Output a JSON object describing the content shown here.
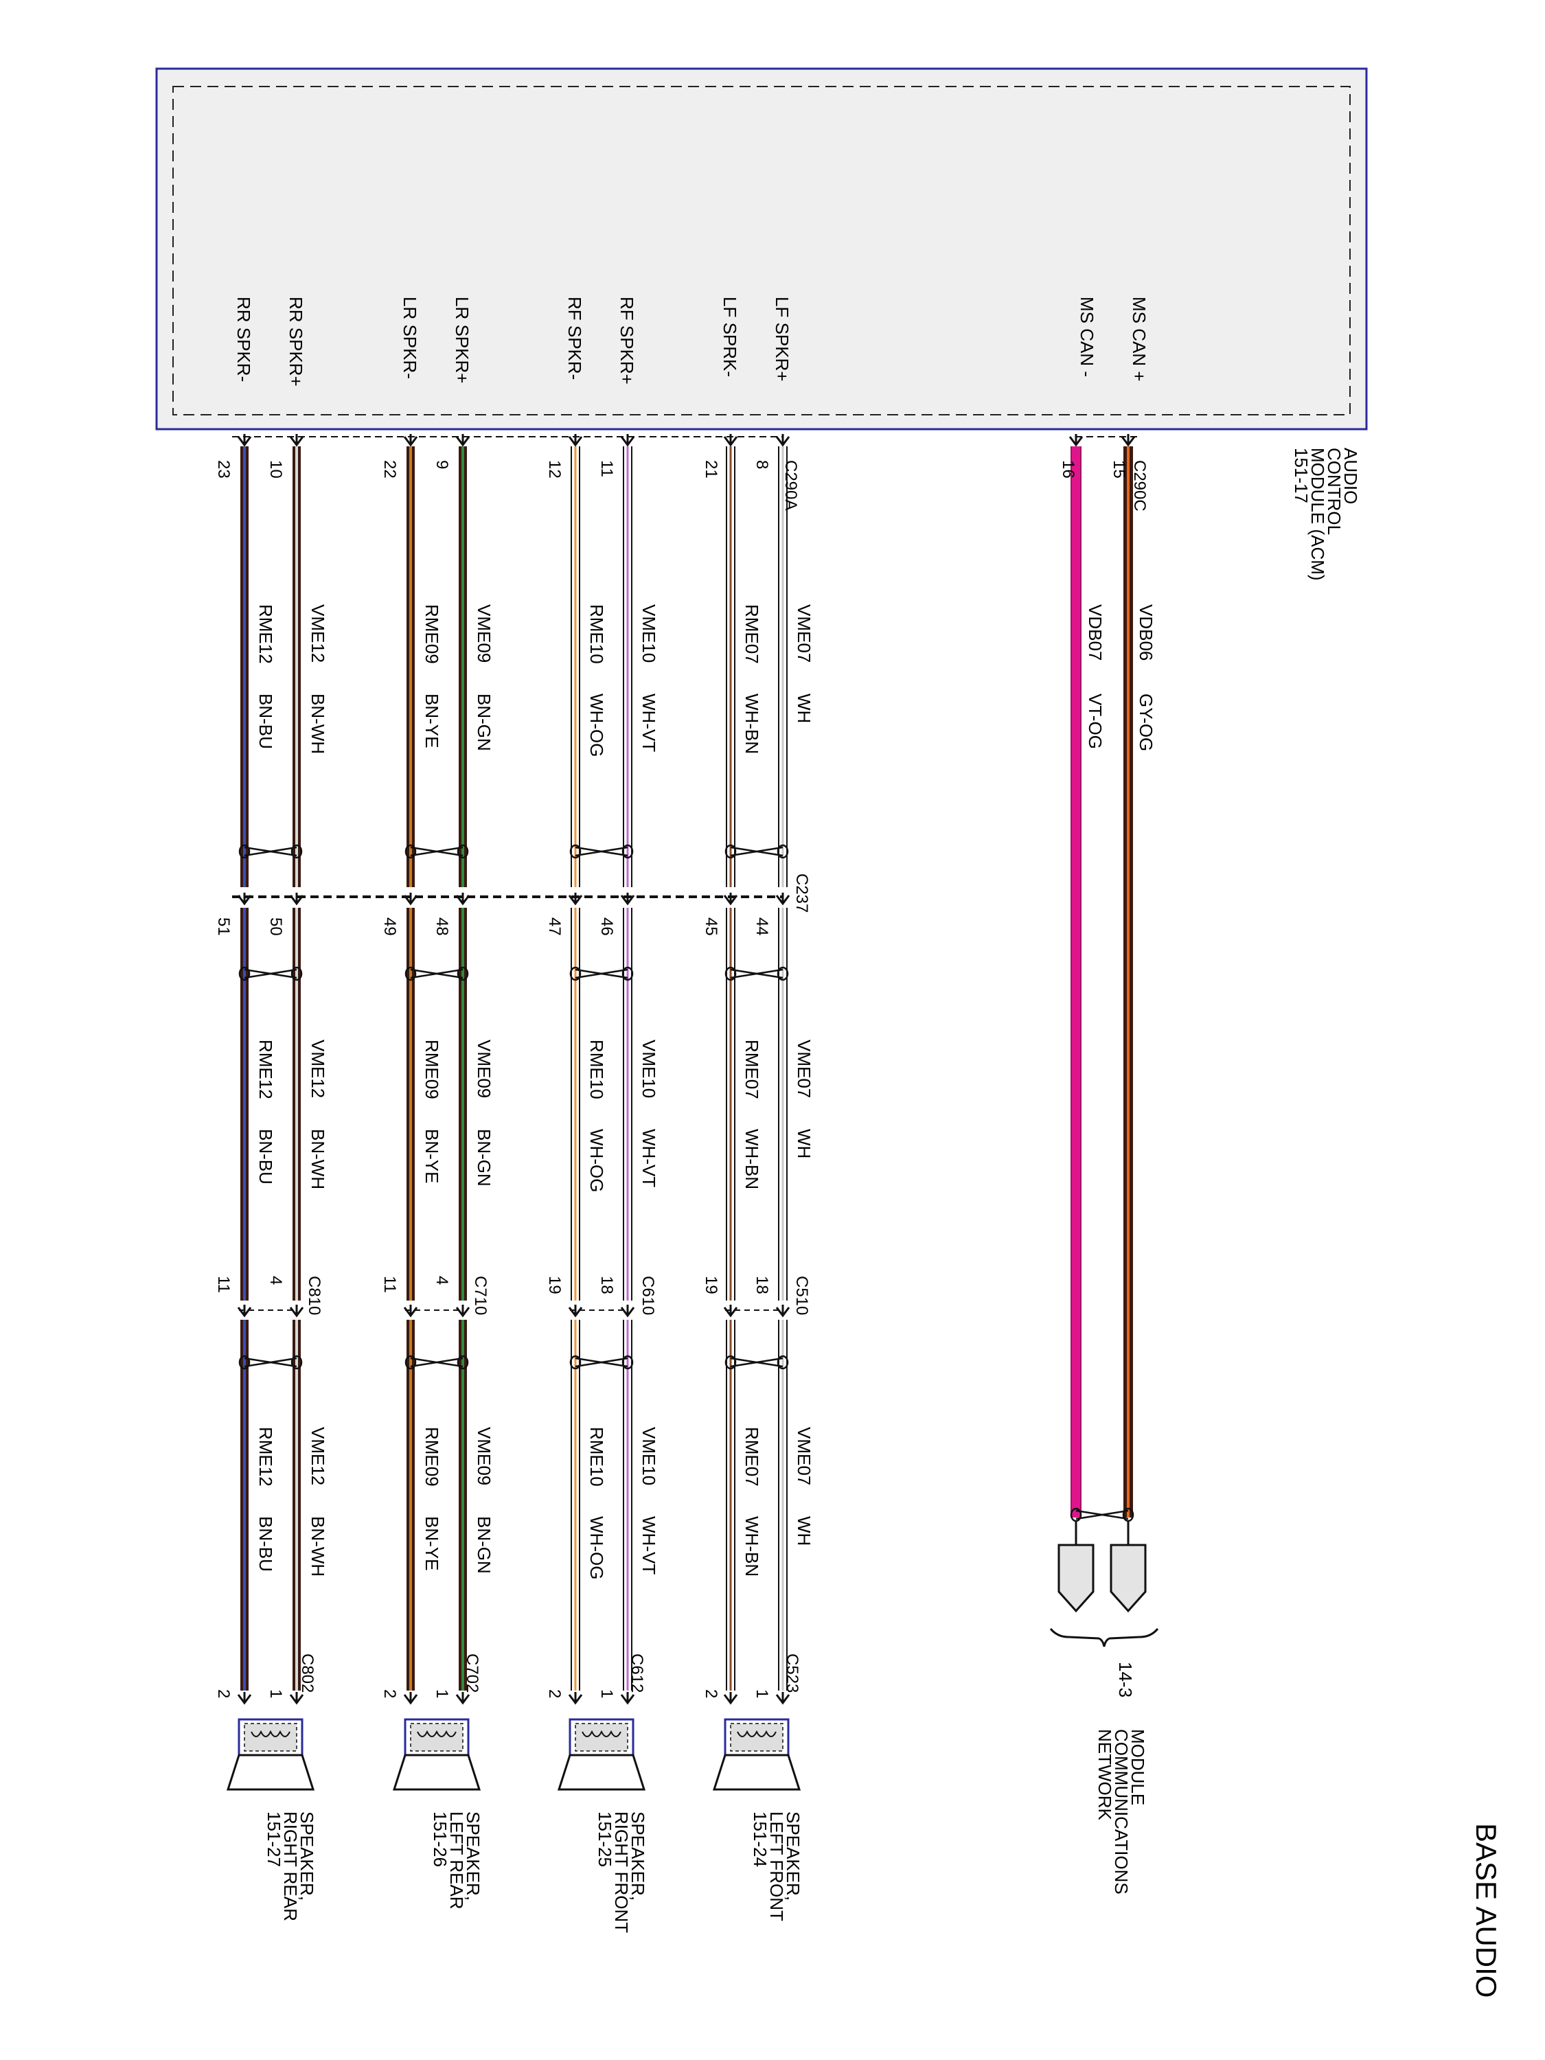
{
  "title": "BASE AUDIO",
  "module": {
    "lines": [
      "AUDIO",
      "CONTROL",
      "MODULE (ACM)",
      "151-17"
    ],
    "border_color": "#2b2b9c",
    "fill_color": "#efefef"
  },
  "connectors": {
    "acm_can": "C290C",
    "acm_spk": "C290A",
    "inline": "C237",
    "lf_inline": "C510",
    "rf_inline": "C610",
    "lr_inline": "C710",
    "rr_inline": "C810",
    "lf_spk": "C523",
    "rf_spk": "C612",
    "lr_spk": "C702",
    "rr_spk": "C802"
  },
  "can": {
    "pins": {
      "can_high": {
        "name": "MS CAN +",
        "pin": "15",
        "circuit": "VDB06",
        "color": "GY-OG"
      },
      "can_low": {
        "name": "MS CAN -",
        "pin": "16",
        "circuit": "VDB07",
        "color": "VT-OG"
      }
    },
    "ref": "14-3",
    "network_lines": [
      "MODULE",
      "COMMUNICATIONS",
      "NETWORK"
    ]
  },
  "channels": {
    "lf": {
      "speaker_lines": [
        "SPEAKER,",
        "LEFT FRONT",
        "151-24"
      ],
      "pos": {
        "name": "LF SPKR+",
        "acm_pin": "8",
        "c237_pin": "44",
        "inline_pin": "18",
        "spk_pin": "1",
        "circuit": "VME07",
        "color": "WH"
      },
      "neg": {
        "name": "LF SPRK-",
        "acm_pin": "21",
        "c237_pin": "45",
        "inline_pin": "19",
        "spk_pin": "2",
        "circuit": "RME07",
        "color": "WH-BN"
      }
    },
    "rf": {
      "speaker_lines": [
        "SPEAKER,",
        "RIGHT FRONT",
        "151-25"
      ],
      "pos": {
        "name": "RF SPKR+",
        "acm_pin": "11",
        "c237_pin": "46",
        "inline_pin": "18",
        "spk_pin": "1",
        "circuit": "VME10",
        "color": "WH-VT"
      },
      "neg": {
        "name": "RF SPKR-",
        "acm_pin": "12",
        "c237_pin": "47",
        "inline_pin": "19",
        "spk_pin": "2",
        "circuit": "RME10",
        "color": "WH-OG"
      }
    },
    "lr": {
      "speaker_lines": [
        "SPEAKER,",
        "LEFT REAR",
        "151-26"
      ],
      "pos": {
        "name": "LR SPKR+",
        "acm_pin": "9",
        "c237_pin": "48",
        "inline_pin": "4",
        "spk_pin": "1",
        "circuit": "VME09",
        "color": "BN-GN"
      },
      "neg": {
        "name": "LR SPKR-",
        "acm_pin": "22",
        "c237_pin": "49",
        "inline_pin": "11",
        "spk_pin": "2",
        "circuit": "RME09",
        "color": "BN-YE"
      }
    },
    "rr": {
      "speaker_lines": [
        "SPEAKER,",
        "RIGHT REAR",
        "151-27"
      ],
      "pos": {
        "name": "RR SPKR+",
        "acm_pin": "10",
        "c237_pin": "50",
        "inline_pin": "4",
        "spk_pin": "1",
        "circuit": "VME12",
        "color": "BN-WH"
      },
      "neg": {
        "name": "RR SPKR-",
        "acm_pin": "23",
        "c237_pin": "51",
        "inline_pin": "11",
        "spk_pin": "2",
        "circuit": "RME12",
        "color": "BN-BU"
      }
    }
  },
  "wire_colors": {
    "lf_pos": "#c8c8c8",
    "lf_neg": "#8b4a2b",
    "rf_pos": "#c06ad6",
    "rf_neg": "#f0963c",
    "lr_pos": "#2e8b3a",
    "lr_neg": "#c77a1e",
    "rr_pos": "#d9d9d9",
    "rr_neg": "#3a4fb8",
    "can_high": "#e8661c",
    "can_low": "#e0158c",
    "can_low_outline": "#9a1463",
    "brown": "#3a1a12"
  }
}
